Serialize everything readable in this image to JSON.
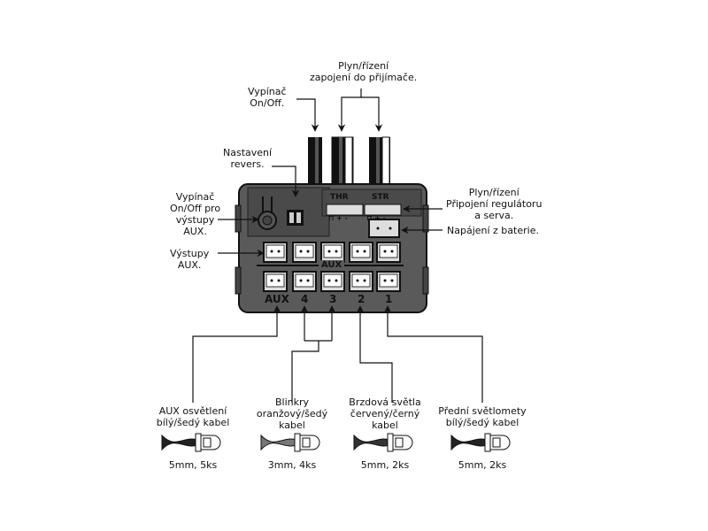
{
  "labels": {
    "throttle_receiver": "Plyn/řízení\nzapojení do přijímače.",
    "switch": "Vypínač\nOn/Off.",
    "reverse": "Nastavení\nrevers.",
    "aux_switch": "Vypínač\nOn/Off pro\nvýstupy\nAUX.",
    "aux_outputs": "Výstupy\nAUX.",
    "esc_servo": "Plyn/řízení\nPřipojení regulátoru\na serva.",
    "battery": "Napájení z baterie."
  },
  "device": {
    "thr": "THR",
    "str": "STR",
    "aux_bar": "AUX",
    "pins": "⊓ + -",
    "ports": [
      "AUX",
      "4",
      "3",
      "2",
      "1"
    ]
  },
  "leds": [
    {
      "title": "AUX osvětlení\nbílý/šedý kabel",
      "spec": "5mm, 5ks",
      "wire": "#222222"
    },
    {
      "title": "Blinkry\noranžový/šedý\nkabel",
      "spec": "3mm, 4ks",
      "wire": "#777777"
    },
    {
      "title": "Brzdová světla\nčervený/černý\nkabel",
      "spec": "5mm, 2ks",
      "wire": "#333333"
    },
    {
      "title": "Přední světlomety\nbílý/šedý kabel",
      "spec": "5mm, 2ks",
      "wire": "#222222"
    }
  ]
}
